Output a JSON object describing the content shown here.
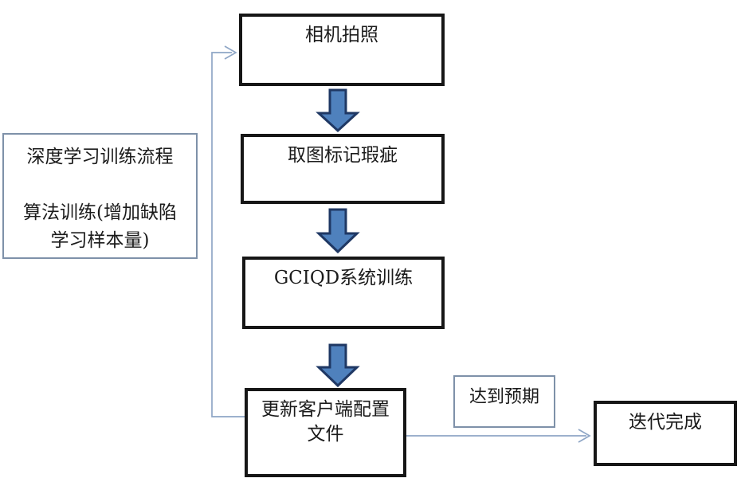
{
  "diagram": {
    "type": "flowchart",
    "background": "#ffffff",
    "colors": {
      "process_border": "#161616",
      "note_border": "#7e91a9",
      "connector": "#8fa6c6",
      "block_arrow_fill": "#4f81bd",
      "block_arrow_outline": "#1f3864",
      "text": "#1b1b1b"
    },
    "legend": {
      "line1": "深度学习训练流程",
      "line2": "算法训练(增加缺陷",
      "line3": "学习样本量)"
    },
    "nodes": {
      "camera": {
        "label": "相机拍照"
      },
      "mark": {
        "label": "取图标记瑕疵"
      },
      "training": {
        "label": "GCIQD系统训练"
      },
      "update": {
        "line1": "更新客户端配置",
        "line2": "文件"
      },
      "expectation": {
        "label": "达到预期"
      },
      "done": {
        "label": "迭代完成"
      }
    },
    "edges": [
      {
        "from": "camera",
        "to": "mark",
        "style": "block-arrow-down"
      },
      {
        "from": "mark",
        "to": "training",
        "style": "block-arrow-down"
      },
      {
        "from": "training",
        "to": "update",
        "style": "block-arrow-down"
      },
      {
        "from": "update",
        "to": "camera",
        "style": "thin-feedback-loop"
      },
      {
        "from": "update",
        "to": "done",
        "style": "thin-arrow-right",
        "label": "达到预期"
      }
    ]
  }
}
